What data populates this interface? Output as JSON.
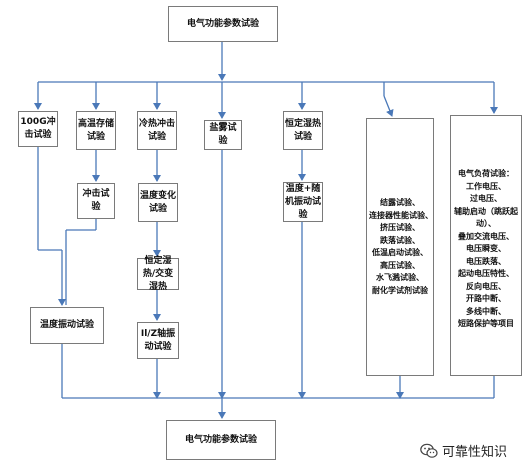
{
  "top_box": "电气功能参数试验",
  "bottom_box": "电气功能参数试验",
  "col1": {
    "box1": "100G冲击试验",
    "box2": "温度振动试验"
  },
  "col2": {
    "box1": "高温存储试验",
    "box2": "冲击试验"
  },
  "col3": {
    "box1": "冷热冲击试验",
    "box2": "温度变化试验",
    "box3": "恒定湿热/交变湿热",
    "box4": "Il/Z轴振动试验"
  },
  "col4": {
    "box1": "盐雾试验"
  },
  "col5": {
    "box1": "恒定湿热试验",
    "box2": "温度+随机振动试验"
  },
  "col6": {
    "items": [
      "结露试验、",
      "连接器性能试验、",
      "挤压试验、",
      "跌落试验、",
      "低温启动试验、",
      "高压试验、",
      "水飞溅试验、",
      "耐化学试剂试验"
    ]
  },
  "col7": {
    "items": [
      "电气负荷试验：",
      "工作电压、",
      "过电压、",
      "辅助启动（跳跃起",
      "动）、",
      "叠加交流电压、",
      "电压瞬变、",
      "电压跌落、",
      "起动电压特性、",
      "反向电压、",
      "开路中断、",
      "多线中断、",
      "短路保护等项目"
    ]
  },
  "watermark": {
    "text": "可靠性知识",
    "icon": "wechat-icon"
  },
  "colors": {
    "line": "#4a78b8",
    "border": "#7a7a7a"
  }
}
